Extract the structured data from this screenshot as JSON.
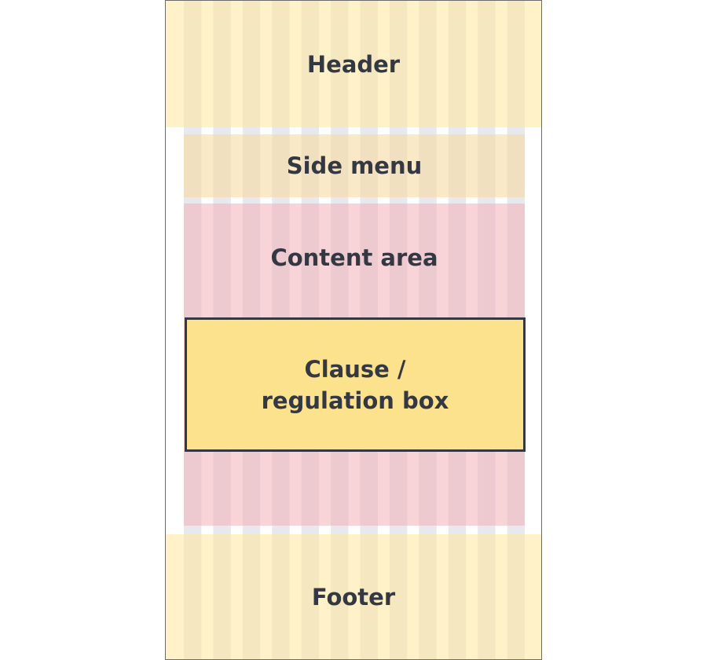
{
  "regions": {
    "header": "Header",
    "side_menu": "Side menu",
    "content_area": "Content area",
    "clause_box_line1": "Clause /",
    "clause_box_line2": "regulation box",
    "footer": "Footer"
  },
  "colors": {
    "frame_border": "#6b6b6b",
    "text": "#333842",
    "header_footer_fill": "#fff0c4",
    "side_menu_fill": "#f6dea8",
    "content_fill": "#f6cccf",
    "clause_fill": "#fde28e",
    "clause_border": "#333842",
    "grid_column": "#c9cbd6"
  },
  "grid": {
    "columns": 12
  }
}
